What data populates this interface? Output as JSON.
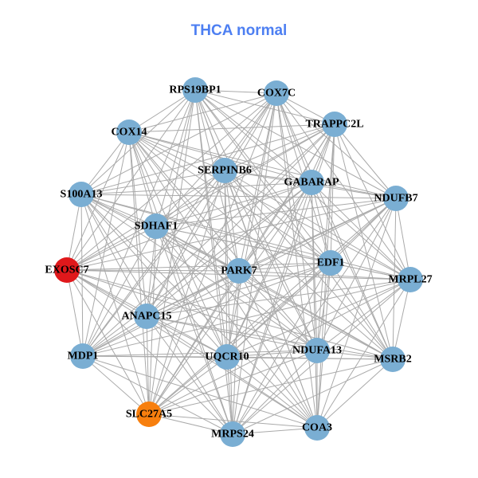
{
  "title": "THCA normal",
  "colors": {
    "title": "#4d7ff2",
    "node_default": "#7aaed3",
    "edge": "#aaaaaa",
    "highlight_red": "#e0181b",
    "highlight_orange": "#f77f0e"
  },
  "edge_mode": "complete",
  "nodes": [
    {
      "label": "RPS19BP1",
      "color": "node_default"
    },
    {
      "label": "COX7C",
      "color": "node_default"
    },
    {
      "label": "TRAPPC2L",
      "color": "node_default"
    },
    {
      "label": "COX14",
      "color": "node_default"
    },
    {
      "label": "SERPINB6",
      "color": "node_default"
    },
    {
      "label": "GABARAP",
      "color": "node_default"
    },
    {
      "label": "NDUFB7",
      "color": "node_default"
    },
    {
      "label": "S100A13",
      "color": "node_default"
    },
    {
      "label": "SDHAF1",
      "color": "node_default"
    },
    {
      "label": "EXOSC7",
      "color": "highlight_red"
    },
    {
      "label": "PARK7",
      "color": "node_default"
    },
    {
      "label": "EDF1",
      "color": "node_default"
    },
    {
      "label": "MRPL27",
      "color": "node_default"
    },
    {
      "label": "ANAPC15",
      "color": "node_default"
    },
    {
      "label": "MDP1",
      "color": "node_default"
    },
    {
      "label": "UQCR10",
      "color": "node_default"
    },
    {
      "label": "NDUFA13",
      "color": "node_default"
    },
    {
      "label": "MSRB2",
      "color": "node_default"
    },
    {
      "label": "SLC27A5",
      "color": "highlight_orange"
    },
    {
      "label": "MRPS24",
      "color": "node_default"
    },
    {
      "label": "COA3",
      "color": "node_default"
    }
  ]
}
